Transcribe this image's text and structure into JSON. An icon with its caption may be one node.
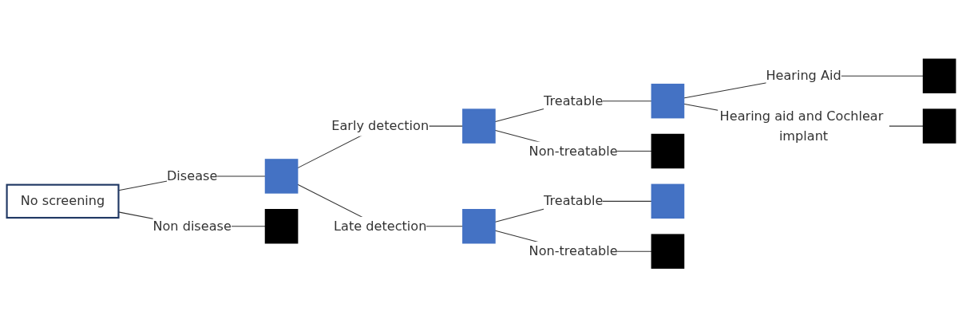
{
  "diagram": {
    "nodes": [
      {
        "text": [
          "No screening"
        ]
      },
      {
        "text": [],
        "shape": "box"
      },
      {
        "text": [],
        "shape": "box"
      },
      {
        "text": [],
        "shape": "box"
      },
      {
        "text": [],
        "shape": "box"
      },
      {
        "text": [],
        "shape": "box"
      },
      {
        "text": [],
        "shape": "box"
      },
      {
        "text": [],
        "shape": "box"
      },
      {
        "text": [],
        "shape": "box"
      },
      {
        "text": [],
        "shape": "box"
      },
      {
        "text": [],
        "shape": "box"
      }
    ],
    "edges": [
      {
        "from": 0,
        "to": 1,
        "arrow": "none",
        "label": "Disease"
      },
      {
        "from": 0,
        "to": 2,
        "arrow": "none",
        "label": "Non disease"
      },
      {
        "from": 1,
        "to": 3,
        "arrow": "none",
        "label": "Early detection"
      },
      {
        "from": 1,
        "to": 4,
        "arrow": "none",
        "label": "Late detection"
      },
      {
        "from": 3,
        "to": 5,
        "arrow": "none",
        "label": "Treatable"
      },
      {
        "from": 3,
        "to": 6,
        "arrow": "none",
        "label": "Non-treatable"
      },
      {
        "from": 5,
        "to": 7,
        "arrow": "none",
        "label": "Hearing Aid"
      },
      {
        "from": 5,
        "to": 8,
        "arrow": "none",
        "label": "Hearing aid and Cochlear implant"
      },
      {
        "from": 4,
        "to": 9,
        "arrow": "none",
        "label": "Treatable"
      },
      {
        "from": 4,
        "to": 10,
        "arrow": "none",
        "label": "Non-treatable"
      }
    ]
  }
}
